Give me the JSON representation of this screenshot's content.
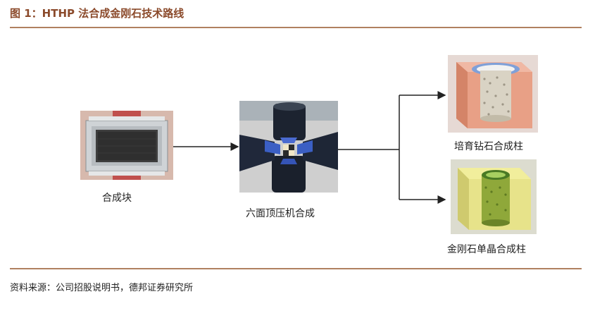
{
  "header": {
    "title": "图 1：HTHP 法合成金刚石技术路线"
  },
  "diagram": {
    "nodes": [
      {
        "id": "block",
        "label": "合成块"
      },
      {
        "id": "press",
        "label": "六面顶压机合成"
      },
      {
        "id": "cvd_column",
        "label": "培育钻石合成柱"
      },
      {
        "id": "single_crystal_column",
        "label": "金刚石单晶合成柱"
      }
    ],
    "colors": {
      "arrow": "#222222",
      "accent": "#8b4a2b",
      "rule": "#b08060"
    }
  },
  "footer": {
    "source": "资料来源：公司招股说明书，德邦证券研究所"
  }
}
